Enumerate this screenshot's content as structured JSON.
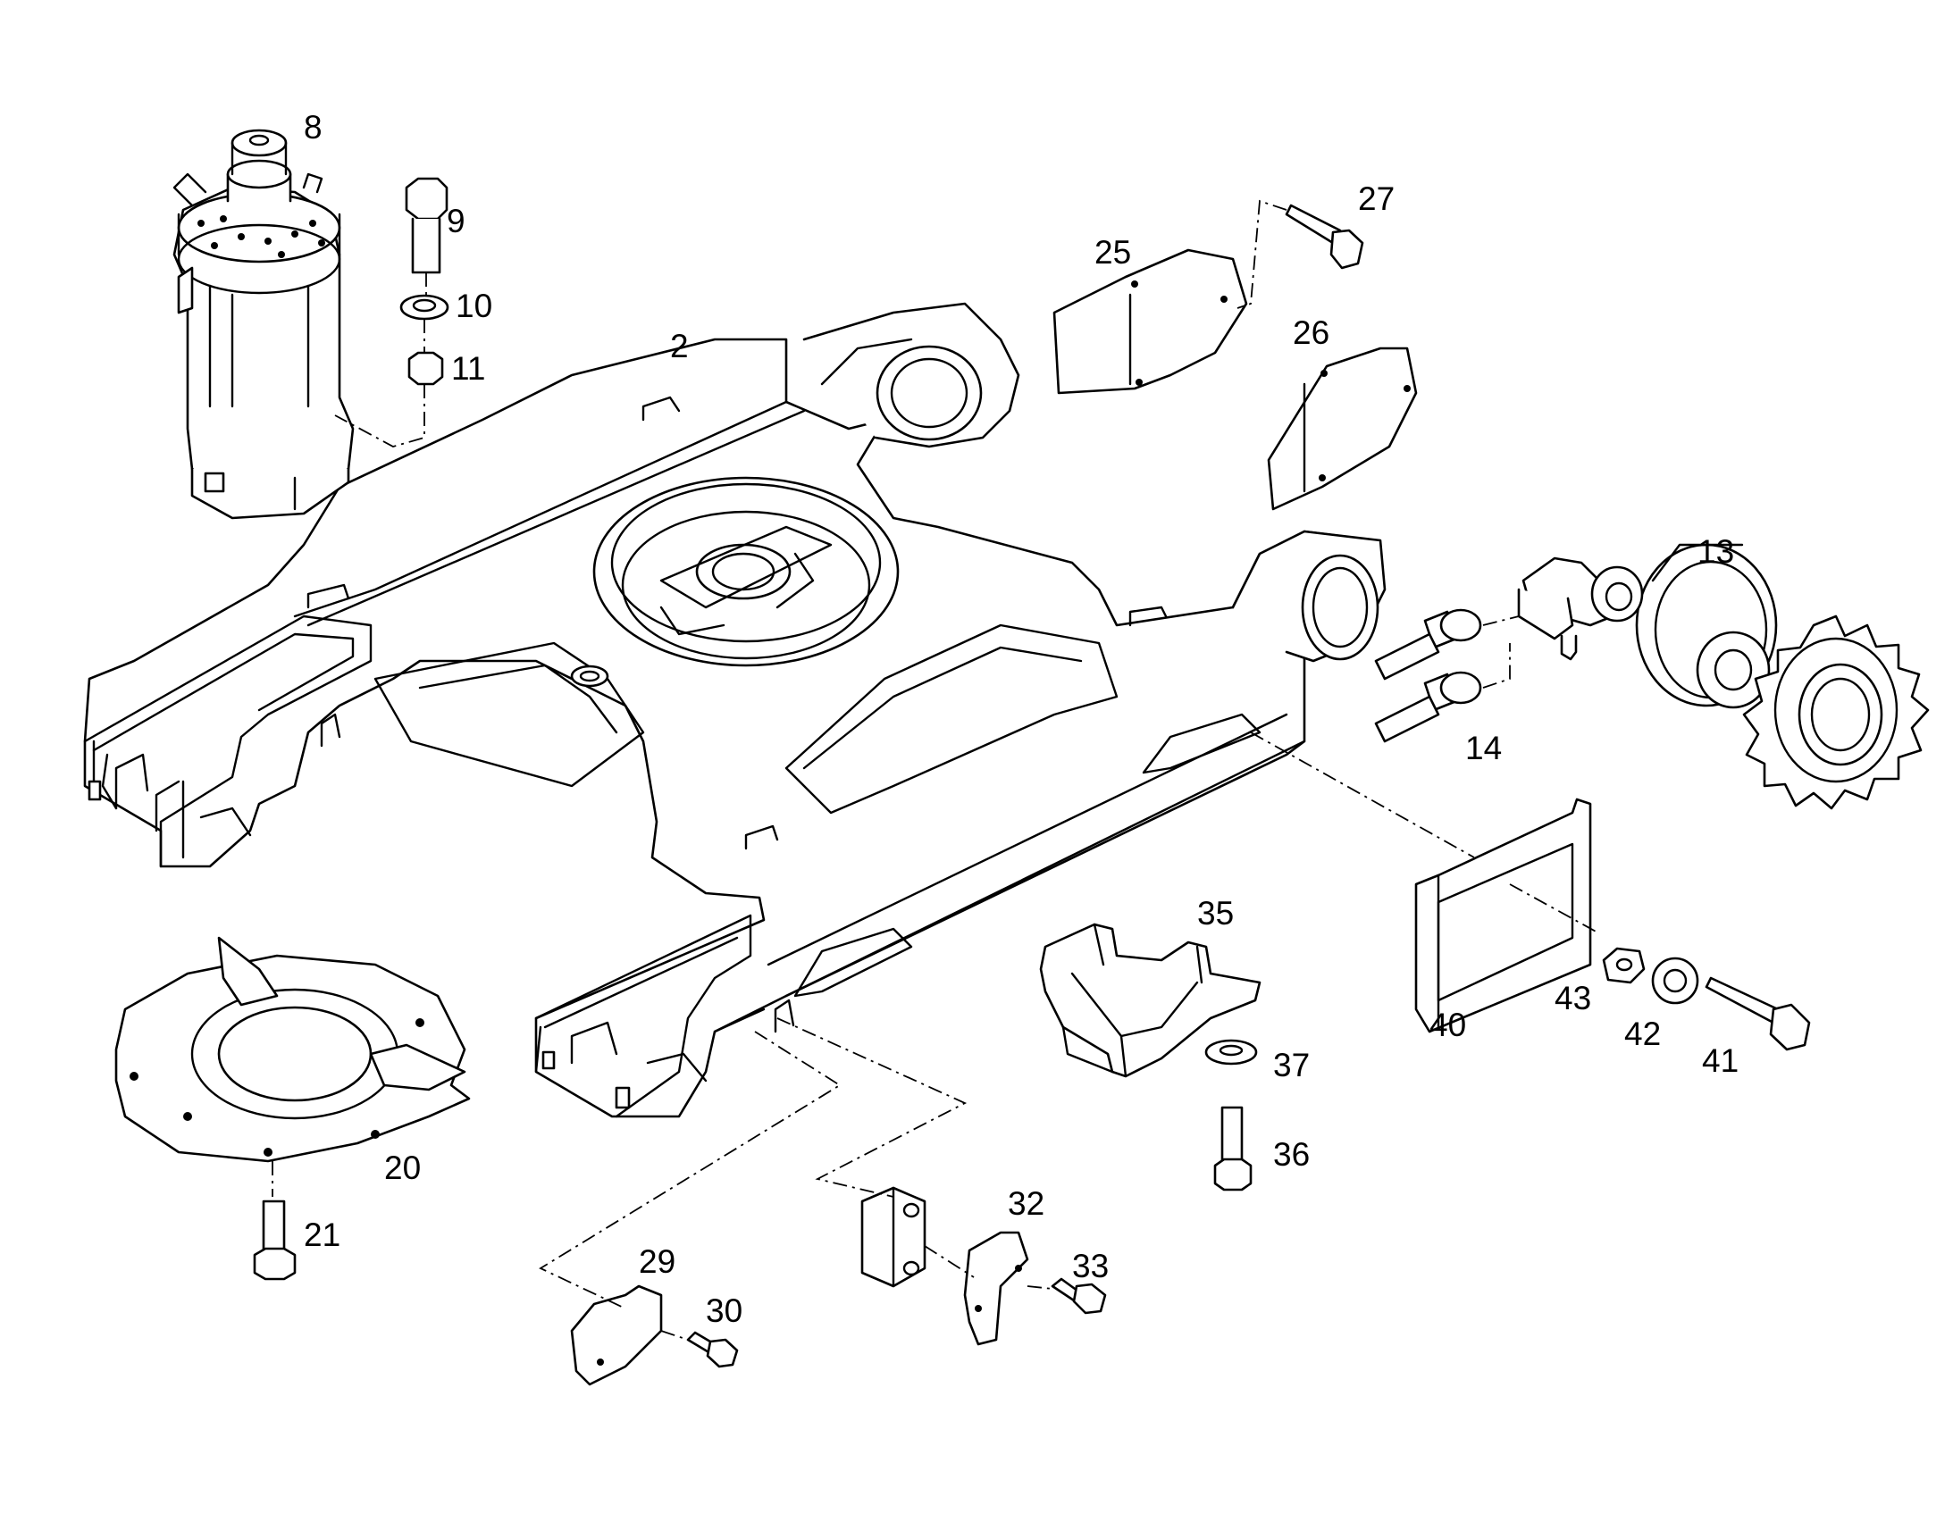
{
  "callouts": {
    "c2": "2",
    "c8": "8",
    "c9": "9",
    "c10": "10",
    "c11": "11",
    "c13": "13",
    "c14": "14",
    "c20": "20",
    "c21": "21",
    "c25": "25",
    "c26": "26",
    "c27": "27",
    "c29": "29",
    "c30": "30",
    "c32": "32",
    "c33": "33",
    "c35": "35",
    "c36": "36",
    "c37": "37",
    "c40": "40",
    "c41": "41",
    "c42": "42",
    "c43": "43"
  }
}
